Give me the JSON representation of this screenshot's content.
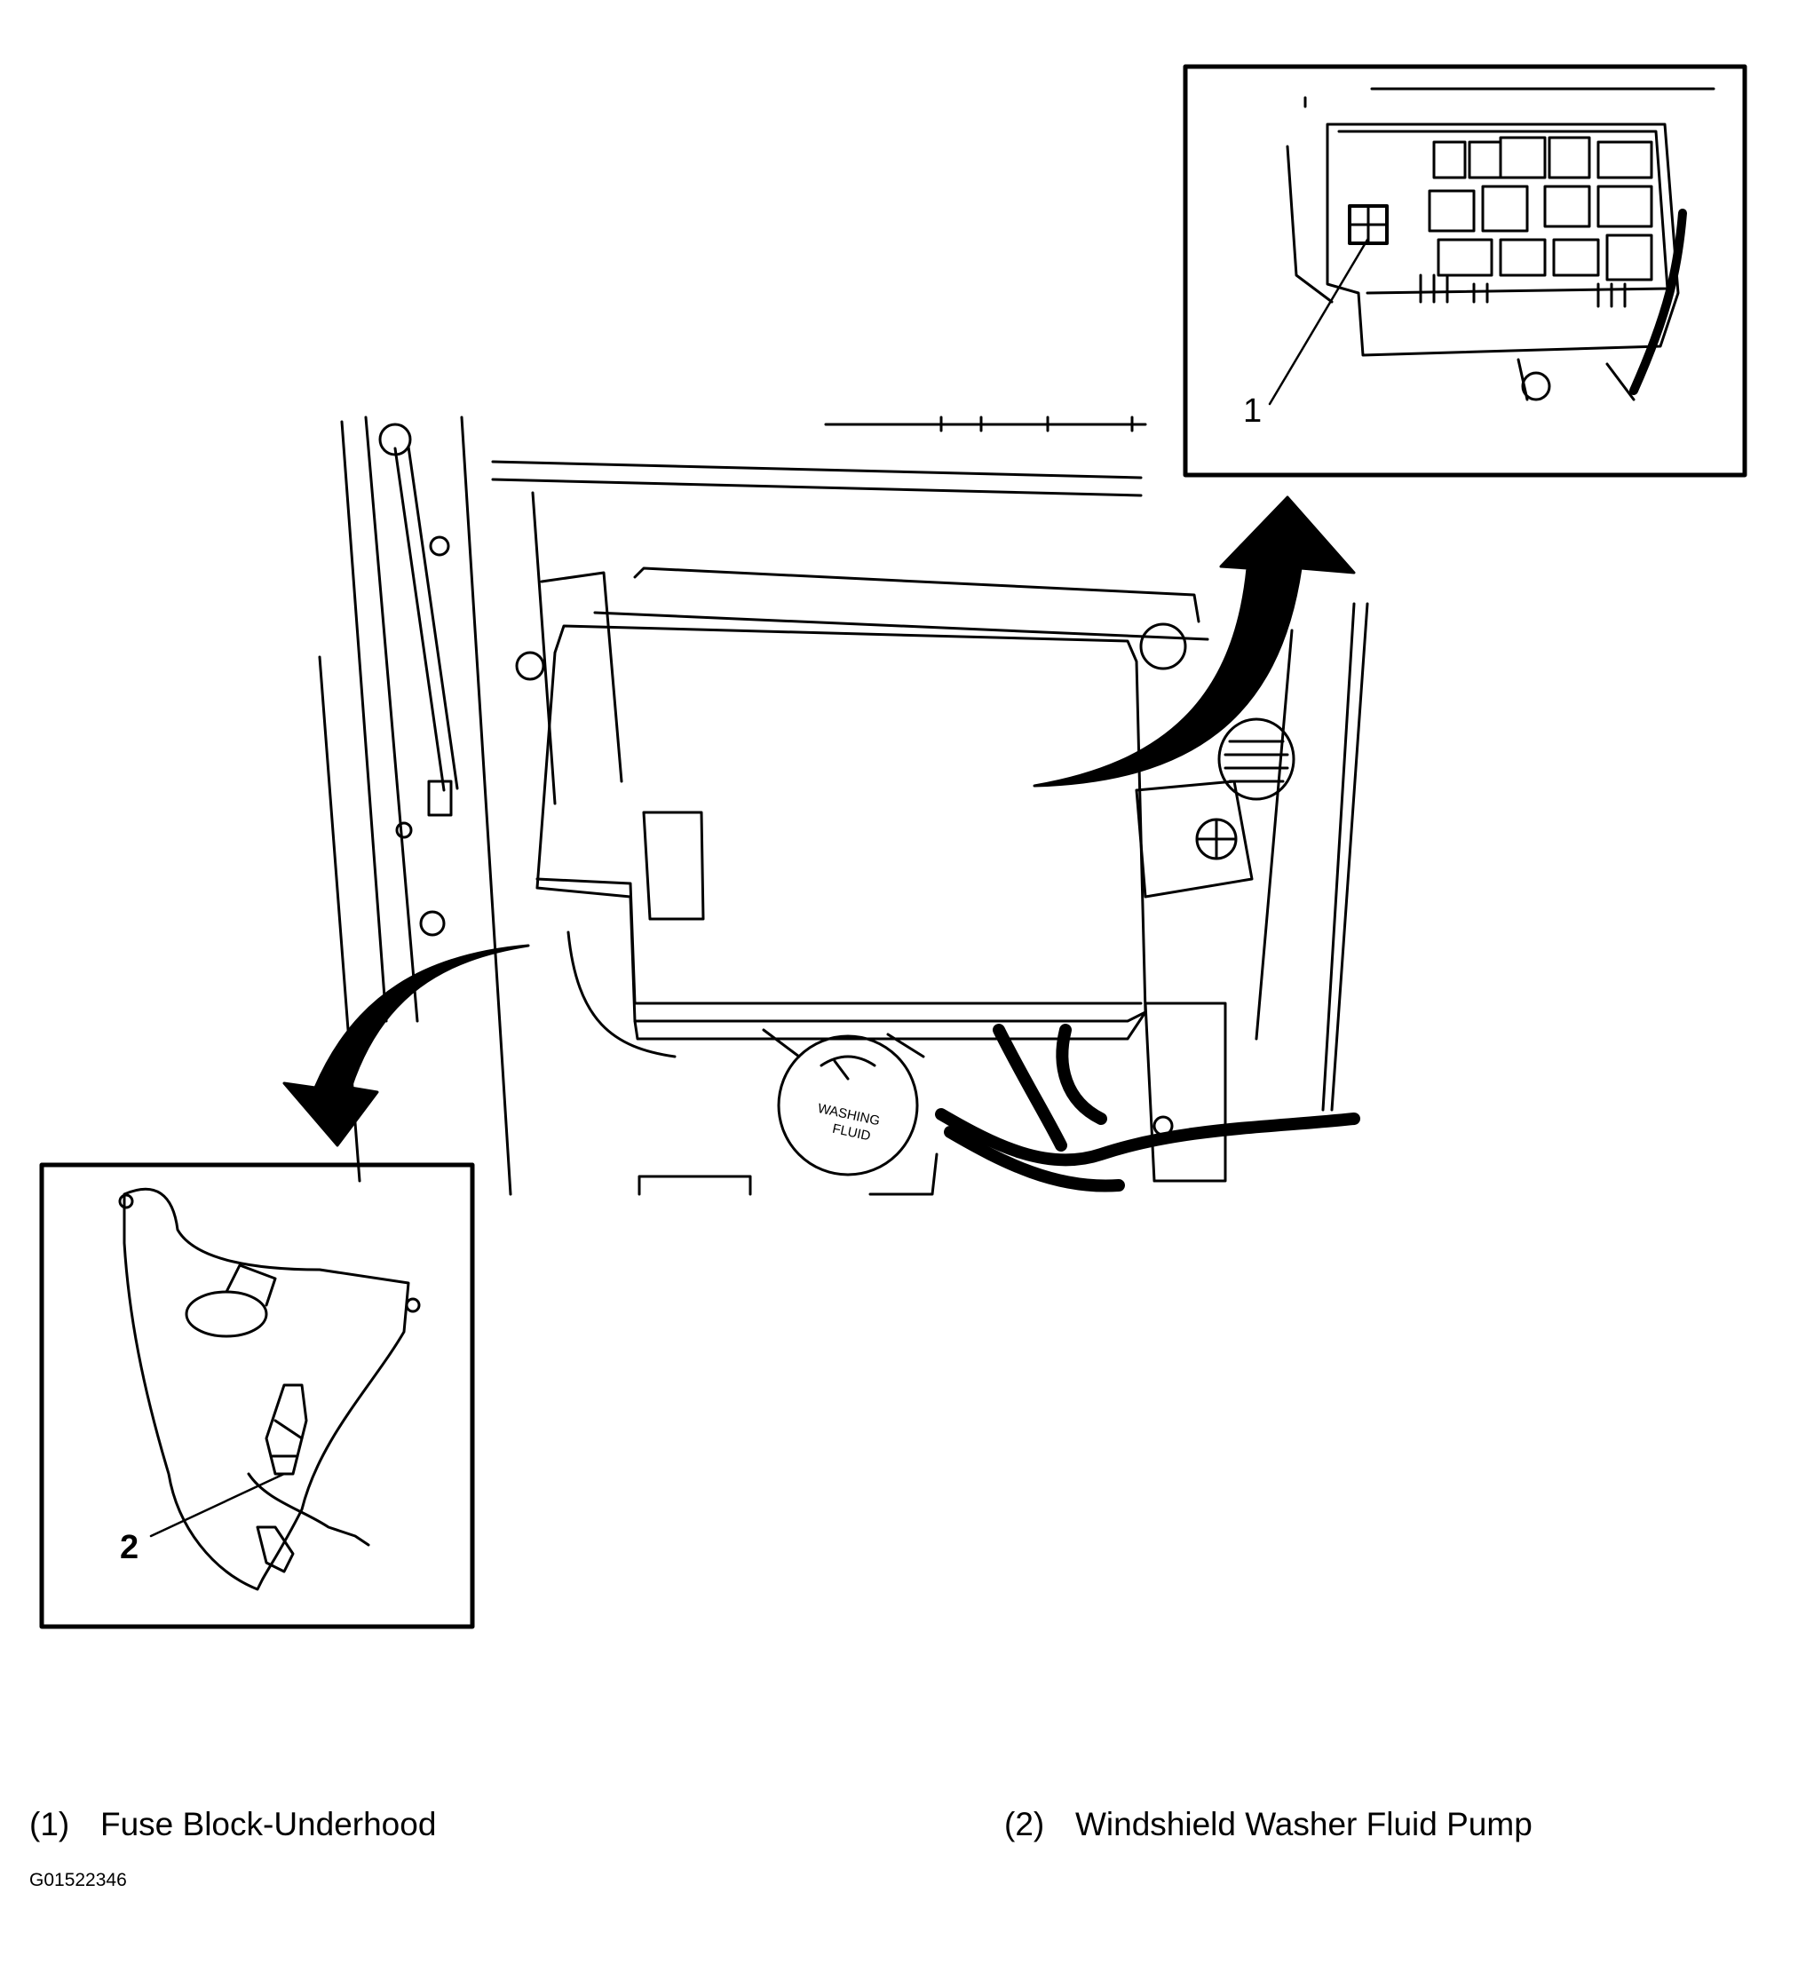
{
  "callouts": {
    "fuse_block_number": "1",
    "pump_number": "2",
    "reservoir_cap_text_line1": "WASHING",
    "reservoir_cap_text_line2": "FLUID"
  },
  "legend": {
    "items": [
      {
        "number": "(1)",
        "label": "Fuse Block-Underhood"
      },
      {
        "number": "(2)",
        "label": "Windshield Washer Fluid Pump"
      }
    ]
  },
  "figure_code": "G01522346",
  "colors": {
    "line": "#000000",
    "background": "#ffffff"
  }
}
